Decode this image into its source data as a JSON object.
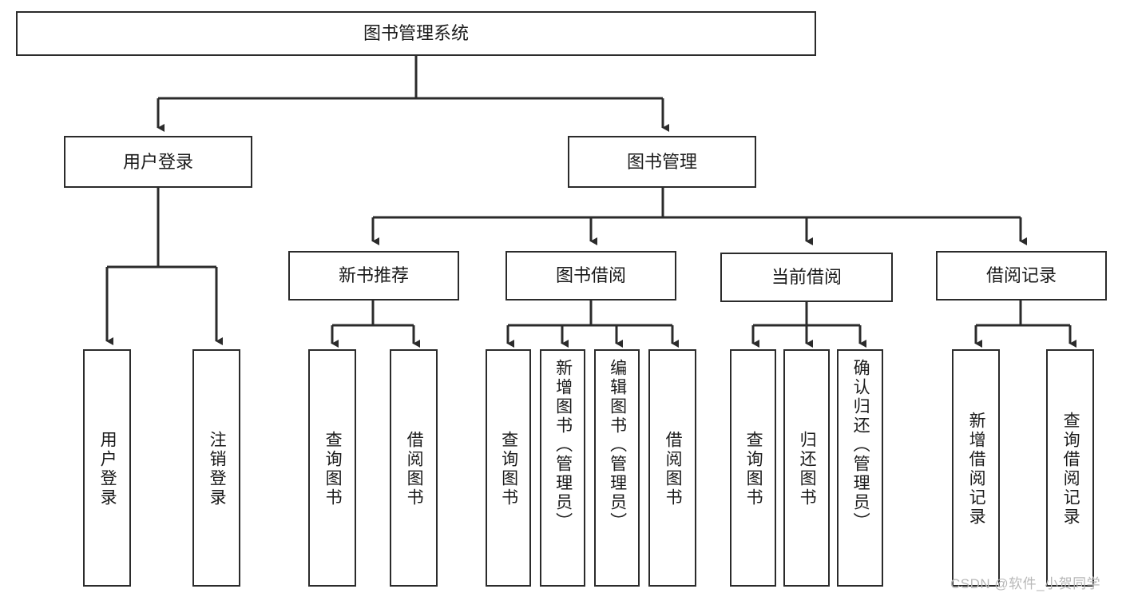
{
  "diagram": {
    "type": "tree-hierarchy-flowchart",
    "title": "图书管理系统",
    "colors": {
      "stroke": "#2b2b2b",
      "fill": "#ffffff",
      "text": "#1a1a1a",
      "watermark": "#b8b8b8"
    },
    "root": {
      "label": "图书管理系统"
    },
    "level1": [
      {
        "label": "用户登录"
      },
      {
        "label": "图书管理"
      }
    ],
    "level2": [
      {
        "label": "新书推荐"
      },
      {
        "label": "图书借阅"
      },
      {
        "label": "当前借阅"
      },
      {
        "label": "借阅记录"
      }
    ],
    "leaves": {
      "user_login": [
        {
          "label": "用户登录"
        },
        {
          "label": "注销登录"
        }
      ],
      "new_book_recommend": [
        {
          "label": "查询图书"
        },
        {
          "label": "借阅图书"
        }
      ],
      "book_borrow": [
        {
          "label": "查询图书"
        },
        {
          "label": "新增图书（管理员）"
        },
        {
          "label": "编辑图书（管理员）"
        },
        {
          "label": "借阅图书"
        }
      ],
      "current_borrow": [
        {
          "label": "查询图书"
        },
        {
          "label": "归还图书"
        },
        {
          "label": "确认归还（管理员）"
        }
      ],
      "borrow_record": [
        {
          "label": "新增借阅记录"
        },
        {
          "label": "查询借阅记录"
        }
      ]
    }
  },
  "watermark": {
    "text": "CSDN @软件_小贺同学"
  }
}
